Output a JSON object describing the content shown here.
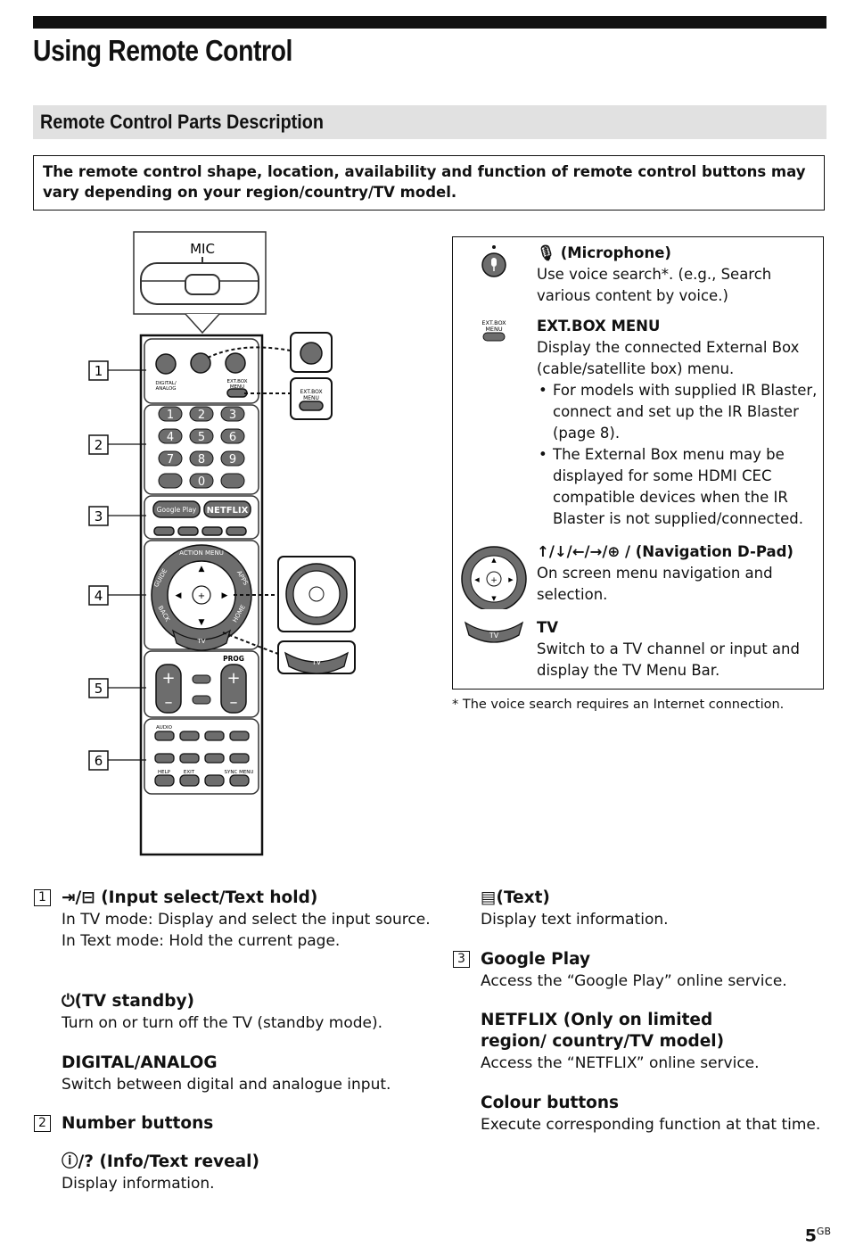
{
  "page": {
    "title": "Using Remote Control",
    "section_title": "Remote Control Parts Description",
    "notice": "The remote control shape, location, availability and function of remote control buttons may vary depending on your region/country/TV model.",
    "page_number": "5",
    "page_suffix": "GB"
  },
  "diagram": {
    "mic_label": "MIC",
    "callouts": [
      "1",
      "2",
      "3",
      "4",
      "5",
      "6"
    ],
    "remote_labels": {
      "digital_analog": "DIGITAL/\nANALOG",
      "ext_box_menu": "EXT.BOX\nMENU",
      "numbers": [
        "1",
        "2",
        "3",
        "4",
        "5",
        "6",
        "7",
        "8",
        "9",
        "0"
      ],
      "google_play": "Google Play",
      "netflix": "NETFLIX",
      "action_menu": "ACTION MENU",
      "guide": "GUIDE",
      "apps": "APPS",
      "back": "BACK",
      "home": "HOME",
      "tv": "TV",
      "prog": "PROG",
      "audio": "AUDIO",
      "help": "HELP",
      "exit": "EXIT",
      "sync_menu": "SYNC MENU"
    }
  },
  "table": {
    "rows": [
      {
        "icon": "microphone-button-icon",
        "title": "(Microphone)",
        "desc": "Use voice search*. (e.g., Search various content by voice.)"
      },
      {
        "icon": "ext-box-menu-button-icon",
        "icon_label": "EXT.BOX MENU",
        "title": "EXT.BOX MENU",
        "desc": "Display the connected External Box (cable/satellite box) menu.",
        "bullets": [
          "For models with supplied IR Blaster, connect and set up the IR Blaster (page 8).",
          "The External Box menu may be displayed for some HDMI CEC compatible devices when the IR Blaster is not supplied/connected."
        ]
      },
      {
        "icon": "navigation-dpad-icon",
        "title": "/ (Navigation D-Pad)",
        "desc": "On screen menu navigation and selection."
      },
      {
        "icon": "tv-button-icon",
        "icon_label": "TV",
        "title": "TV",
        "desc": "Switch to a TV channel or input and display the TV Menu Bar."
      }
    ],
    "footnote": "* The voice search requires an Internet connection."
  },
  "left_column": [
    {
      "box": "1",
      "title": "(Input select/Text hold)",
      "lines": [
        "In TV mode: Display and select the input source.",
        "In Text mode: Hold the current page."
      ]
    },
    {
      "title": "(TV standby)",
      "lines": [
        "Turn on or turn off the TV (standby mode)."
      ]
    },
    {
      "title": "DIGITAL/ANALOG",
      "lines": [
        "Switch between digital and analogue input."
      ]
    },
    {
      "box": "2",
      "title": "Number buttons",
      "lines": []
    },
    {
      "title": "(Info/Text reveal)",
      "lines": [
        "Display information."
      ]
    }
  ],
  "right_column": [
    {
      "title": "(Text)",
      "lines": [
        "Display text information."
      ]
    },
    {
      "box": "3",
      "title": "Google Play",
      "lines": [
        "Access the “Google Play” online service."
      ]
    },
    {
      "title": "NETFLIX (Only on limited region/ country/TV model)",
      "lines": [
        "Access the “NETFLIX” online service."
      ]
    },
    {
      "title": "Colour buttons",
      "lines": [
        "Execute corresponding function at that time."
      ]
    }
  ]
}
